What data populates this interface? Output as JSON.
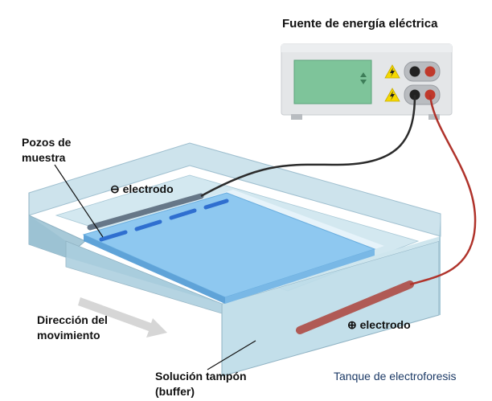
{
  "labels": {
    "power_supply": "Fuente de energía eléctrica",
    "wells_line1": "Pozos de",
    "wells_line2": "muestra",
    "neg_electrode": "⊖ electrodo",
    "pos_electrode": "⊕ electrodo",
    "direction_line1": "Dirección del",
    "direction_line2": "movimiento",
    "buffer_line1": "Solución tampón",
    "buffer_line2": "(buffer)",
    "tank": "Tanque de electroforesis"
  },
  "colors": {
    "tank_glass": "#bcd9e6",
    "gel": "#8ec8f0",
    "well": "#2f6fd0",
    "neg_wire": "#2b2b2b",
    "pos_wire": "#b0332b",
    "neg_rod": "#667788",
    "pos_rod": "#b05a55",
    "power_body": "#e4e6e8",
    "display": "#7ec49a",
    "warning": "#f5d800"
  },
  "icons": {
    "warning": "high-voltage-warning-icon",
    "up_arrow": "display-up-arrow-icon",
    "down_arrow": "display-down-arrow-icon"
  }
}
